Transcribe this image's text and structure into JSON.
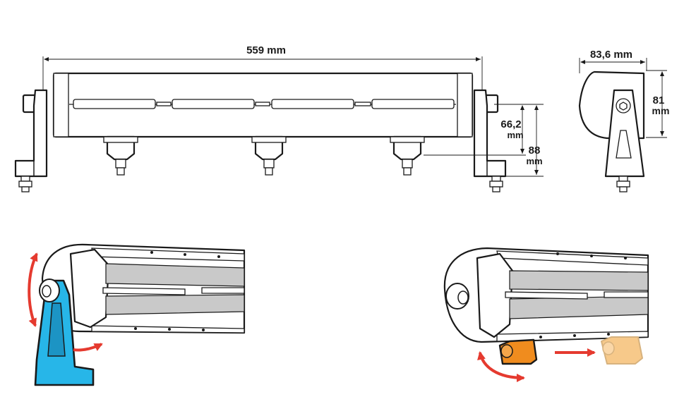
{
  "dimensions": {
    "length": "559 mm",
    "depth": "83,6 mm",
    "height_81_value": "81",
    "height_81_unit": "mm",
    "lens_height_value": "66,2",
    "lens_height_unit": "mm",
    "total_height_value": "88",
    "total_height_unit": "mm"
  },
  "colors": {
    "bracket_highlight": "#27b6e8",
    "foot_highlight": "#f08c1e",
    "foot_faded": "#f7c98a",
    "arrow": "#e53a2f"
  },
  "icons": {
    "rotate_arrow": "curved-double-arrow",
    "slide_arrow": "right-arrow"
  }
}
